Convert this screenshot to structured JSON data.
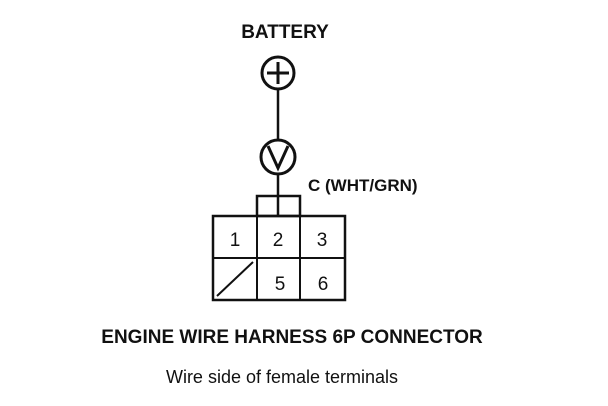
{
  "diagram": {
    "battery_label": "BATTERY",
    "wire_label": "C (WHT/GRN)",
    "connector_title": "ENGINE WIRE HARNESS 6P CONNECTOR",
    "connector_subtitle": "Wire side of female terminals",
    "battery_symbol": "plus-terminal-icon",
    "meter_symbol": "voltmeter-icon",
    "terminals": [
      {
        "label": "1"
      },
      {
        "label": "2"
      },
      {
        "label": "3"
      },
      {
        "label": ""
      },
      {
        "label": "5"
      },
      {
        "label": "6"
      }
    ]
  }
}
